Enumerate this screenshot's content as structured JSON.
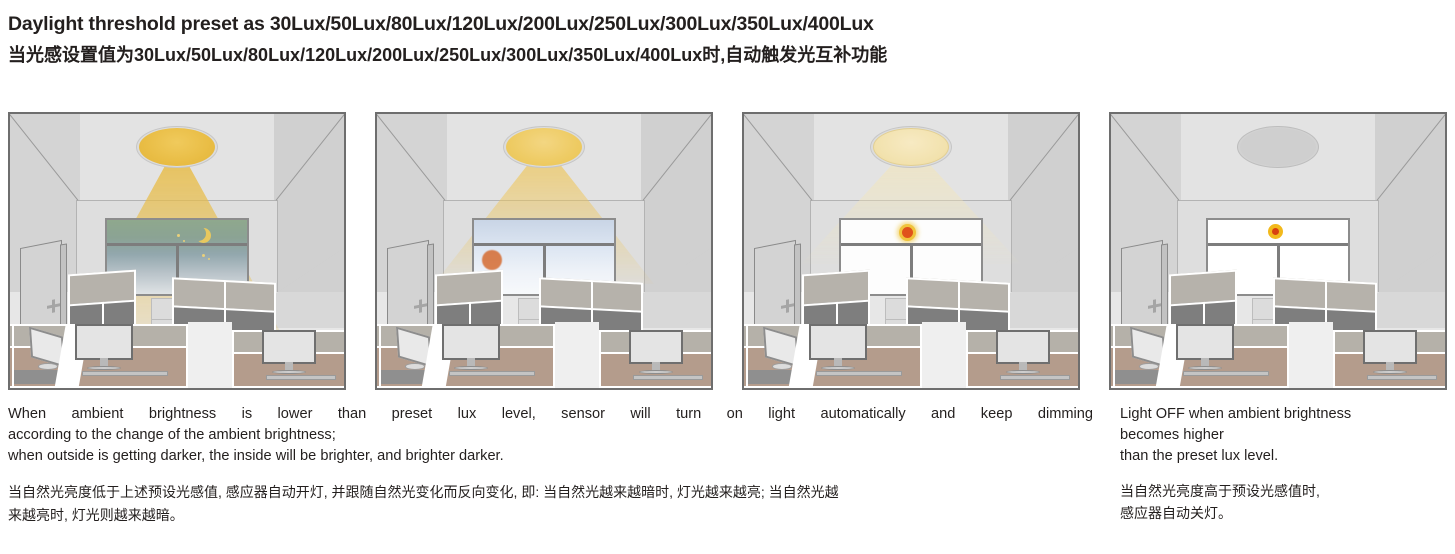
{
  "heading": {
    "english": "Daylight threshold preset as 30Lux/50Lux/80Lux/120Lux/200Lux/250Lux/300Lux/350Lux/400Lux",
    "chinese": "当光感设置值为30Lux/50Lux/80Lux/120Lux/200Lux/250Lux/300Lux/350Lux/400Lux时,自动触发光互补功能"
  },
  "panels": [
    {
      "id": "panel-night-full-brightness",
      "lamp_state": "bright",
      "lamp_color": "#e8bd4a",
      "window_scene": "night",
      "sky_icon": "crescent-moon-icon",
      "caption": ""
    },
    {
      "id": "panel-dusk-medium-brightness",
      "lamp_state": "medium",
      "lamp_color": "#eec65c",
      "window_scene": "dusk",
      "sky_icon": "sun-icon",
      "caption": ""
    },
    {
      "id": "panel-daylight-dim",
      "lamp_state": "dim",
      "lamp_color": "#f3e6b8",
      "window_scene": "bright-day",
      "sky_icon": "sun-icon",
      "caption": ""
    },
    {
      "id": "panel-light-off",
      "lamp_state": "off",
      "lamp_color": "#cfcfcf",
      "window_scene": "full-day",
      "sky_icon": "sun-icon",
      "caption": ""
    }
  ],
  "body_left": {
    "english_line1": "When ambient brightness is lower than preset lux level, sensor will turn on light automatically and keep dimming",
    "english_line2": "according to the change of the ambient brightness;",
    "english_line3": "when outside is getting darker, the inside will be brighter, and brighter darker.",
    "chinese_line1": "当自然光亮度低于上述预设光感值, 感应器自动开灯, 并跟随自然光变化而反向变化, 即: 当自然光越来越暗时, 灯光越来越亮; 当自然光越",
    "chinese_line2": "来越亮时, 灯光则越来越暗。"
  },
  "body_right": {
    "english_line1": "Light OFF when ambient brightness",
    "english_line2": "becomes higher",
    "english_line3": "than the preset lux level.",
    "chinese_line1": "当自然光亮度高于预设光感值时,",
    "chinese_line2": "感应器自动关灯。"
  },
  "colors": {
    "text": "#231f1e",
    "panel_border": "#6e6e6e",
    "lamp_on": "#e8bd4a",
    "lamp_off": "#cfcfcf",
    "desk": "#b49c8c",
    "sun": "#d8400f",
    "moon": "#e8c85e"
  }
}
